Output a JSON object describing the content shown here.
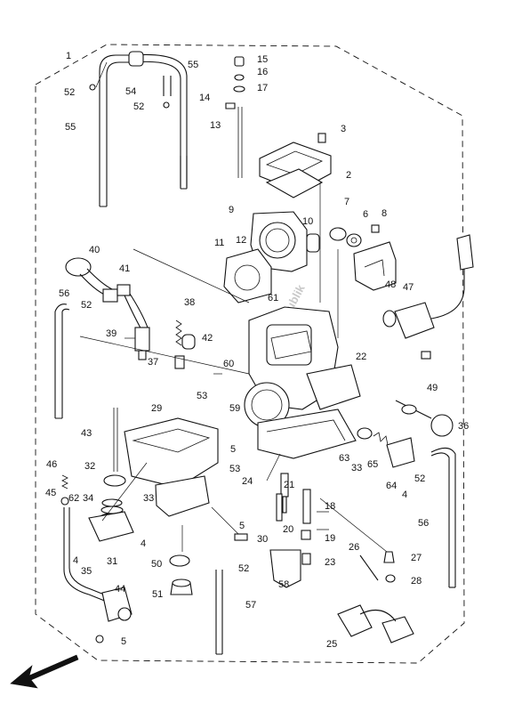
{
  "watermark": "PartsRepublik",
  "callouts": [
    {
      "id": "c1",
      "text": "1"
    },
    {
      "id": "c2",
      "text": "2"
    },
    {
      "id": "c3",
      "text": "3"
    },
    {
      "id": "c4a",
      "text": "4"
    },
    {
      "id": "c4b",
      "text": "4"
    },
    {
      "id": "c4c",
      "text": "4"
    },
    {
      "id": "c5a",
      "text": "5"
    },
    {
      "id": "c5b",
      "text": "5"
    },
    {
      "id": "c5c",
      "text": "5"
    },
    {
      "id": "c6",
      "text": "6"
    },
    {
      "id": "c7",
      "text": "7"
    },
    {
      "id": "c8",
      "text": "8"
    },
    {
      "id": "c9",
      "text": "9"
    },
    {
      "id": "c10",
      "text": "10"
    },
    {
      "id": "c11",
      "text": "11"
    },
    {
      "id": "c12",
      "text": "12"
    },
    {
      "id": "c13",
      "text": "13"
    },
    {
      "id": "c14",
      "text": "14"
    },
    {
      "id": "c15",
      "text": "15"
    },
    {
      "id": "c16",
      "text": "16"
    },
    {
      "id": "c17",
      "text": "17"
    },
    {
      "id": "c18",
      "text": "18"
    },
    {
      "id": "c19",
      "text": "19"
    },
    {
      "id": "c20",
      "text": "20"
    },
    {
      "id": "c21",
      "text": "21"
    },
    {
      "id": "c22",
      "text": "22"
    },
    {
      "id": "c23",
      "text": "23"
    },
    {
      "id": "c24",
      "text": "24"
    },
    {
      "id": "c25",
      "text": "25"
    },
    {
      "id": "c26",
      "text": "26"
    },
    {
      "id": "c27",
      "text": "27"
    },
    {
      "id": "c28",
      "text": "28"
    },
    {
      "id": "c29",
      "text": "29"
    },
    {
      "id": "c30",
      "text": "30"
    },
    {
      "id": "c31",
      "text": "31"
    },
    {
      "id": "c32",
      "text": "32"
    },
    {
      "id": "c33a",
      "text": "33"
    },
    {
      "id": "c33b",
      "text": "33"
    },
    {
      "id": "c34",
      "text": "34"
    },
    {
      "id": "c35",
      "text": "35"
    },
    {
      "id": "c36",
      "text": "36"
    },
    {
      "id": "c37",
      "text": "37"
    },
    {
      "id": "c38",
      "text": "38"
    },
    {
      "id": "c39",
      "text": "39"
    },
    {
      "id": "c40",
      "text": "40"
    },
    {
      "id": "c41",
      "text": "41"
    },
    {
      "id": "c42",
      "text": "42"
    },
    {
      "id": "c43",
      "text": "43"
    },
    {
      "id": "c44",
      "text": "44"
    },
    {
      "id": "c45",
      "text": "45"
    },
    {
      "id": "c46",
      "text": "46"
    },
    {
      "id": "c47",
      "text": "47"
    },
    {
      "id": "c48",
      "text": "48"
    },
    {
      "id": "c49",
      "text": "49"
    },
    {
      "id": "c50",
      "text": "50"
    },
    {
      "id": "c51",
      "text": "51"
    },
    {
      "id": "c52a",
      "text": "52"
    },
    {
      "id": "c52b",
      "text": "52"
    },
    {
      "id": "c52c",
      "text": "52"
    },
    {
      "id": "c52d",
      "text": "52"
    },
    {
      "id": "c52e",
      "text": "52"
    },
    {
      "id": "c53a",
      "text": "53"
    },
    {
      "id": "c53b",
      "text": "53"
    },
    {
      "id": "c54",
      "text": "54"
    },
    {
      "id": "c55a",
      "text": "55"
    },
    {
      "id": "c55b",
      "text": "55"
    },
    {
      "id": "c56a",
      "text": "56"
    },
    {
      "id": "c56b",
      "text": "56"
    },
    {
      "id": "c57",
      "text": "57"
    },
    {
      "id": "c58",
      "text": "58"
    },
    {
      "id": "c59",
      "text": "59"
    },
    {
      "id": "c60",
      "text": "60"
    },
    {
      "id": "c61",
      "text": "61"
    },
    {
      "id": "c62",
      "text": "62"
    },
    {
      "id": "c63",
      "text": "63"
    },
    {
      "id": "c64",
      "text": "64"
    },
    {
      "id": "c65",
      "text": "65"
    }
  ]
}
